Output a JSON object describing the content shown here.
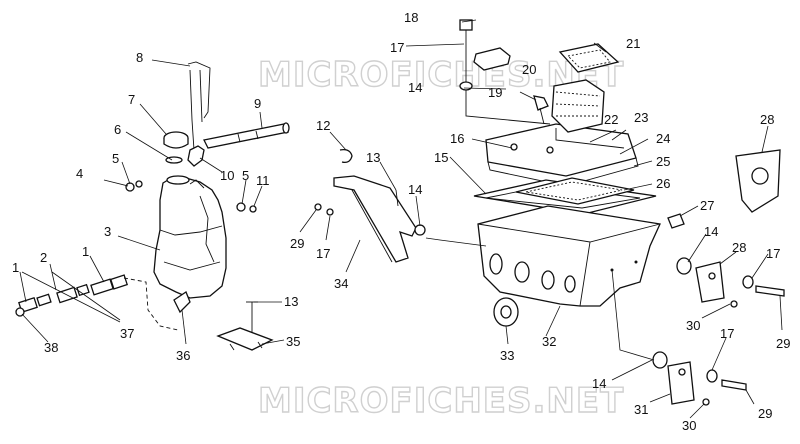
{
  "watermarks": [
    "MICROFICHES.NET",
    "MICROFICHES.NET"
  ],
  "callouts": [
    {
      "id": "c18",
      "text": "18"
    },
    {
      "id": "c17a",
      "text": "17"
    },
    {
      "id": "c21",
      "text": "21"
    },
    {
      "id": "c20",
      "text": "20"
    },
    {
      "id": "c14a",
      "text": "14"
    },
    {
      "id": "c19",
      "text": "19"
    },
    {
      "id": "c22",
      "text": "22"
    },
    {
      "id": "c23",
      "text": "23"
    },
    {
      "id": "c16",
      "text": "16"
    },
    {
      "id": "c24",
      "text": "24"
    },
    {
      "id": "c15",
      "text": "15"
    },
    {
      "id": "c25",
      "text": "25"
    },
    {
      "id": "c26",
      "text": "26"
    },
    {
      "id": "c28a",
      "text": "28"
    },
    {
      "id": "c27",
      "text": "27"
    },
    {
      "id": "c14b",
      "text": "14"
    },
    {
      "id": "c28b",
      "text": "28"
    },
    {
      "id": "c17b",
      "text": "17"
    },
    {
      "id": "c29a",
      "text": "29"
    },
    {
      "id": "c30a",
      "text": "30"
    },
    {
      "id": "c32",
      "text": "32"
    },
    {
      "id": "c33",
      "text": "33"
    },
    {
      "id": "c14c",
      "text": "14"
    },
    {
      "id": "c17c",
      "text": "17"
    },
    {
      "id": "c31",
      "text": "31"
    },
    {
      "id": "c30b",
      "text": "30"
    },
    {
      "id": "c29b",
      "text": "29"
    },
    {
      "id": "c8",
      "text": "8"
    },
    {
      "id": "c7",
      "text": "7"
    },
    {
      "id": "c9",
      "text": "9"
    },
    {
      "id": "c6",
      "text": "6"
    },
    {
      "id": "c5a",
      "text": "5"
    },
    {
      "id": "c10",
      "text": "10"
    },
    {
      "id": "c4",
      "text": "4"
    },
    {
      "id": "c5b",
      "text": "5"
    },
    {
      "id": "c11",
      "text": "11"
    },
    {
      "id": "c12",
      "text": "12"
    },
    {
      "id": "c13a",
      "text": "13"
    },
    {
      "id": "c14d",
      "text": "14"
    },
    {
      "id": "c3",
      "text": "3"
    },
    {
      "id": "c29c",
      "text": "29"
    },
    {
      "id": "c17d",
      "text": "17"
    },
    {
      "id": "c34",
      "text": "34"
    },
    {
      "id": "c2",
      "text": "2"
    },
    {
      "id": "c1a",
      "text": "1"
    },
    {
      "id": "c1b",
      "text": "1"
    },
    {
      "id": "c37",
      "text": "37"
    },
    {
      "id": "c38",
      "text": "38"
    },
    {
      "id": "c13b",
      "text": "13"
    },
    {
      "id": "c35",
      "text": "35"
    },
    {
      "id": "c36",
      "text": "36"
    }
  ]
}
